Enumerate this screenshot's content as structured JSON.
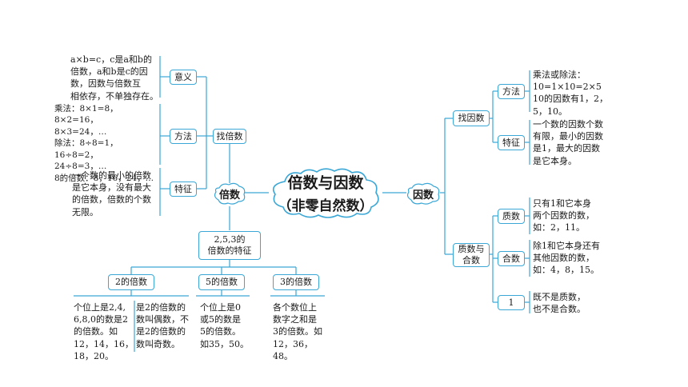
{
  "center": {
    "title": "倍数与因数",
    "subtitle": "（非零自然数）"
  },
  "multiple": {
    "label": "倍数",
    "find": {
      "label": "找倍数",
      "meaning": {
        "label": "意义",
        "text": "a×b=c，c是a和b的\n倍数，a和b是c的因\n数，因数与倍数互\n相依存，不单独存在。"
      },
      "method": {
        "label": "方法",
        "text": "乘法：8×1=8，8×2=16，\n8×3=24，…\n除法：8÷8=1，16÷8=2，\n24÷8=3，…\n8的倍数：8，16，24，…"
      },
      "feature": {
        "label": "特征",
        "text": "一个数的最小的倍数\n是它本身，没有最大\n的倍数，倍数的个数\n无限。"
      }
    },
    "traits": {
      "label": "2,5,3的\n倍数的特征",
      "two": {
        "label": "2的倍数",
        "text_a": "个位上是2,4,\n6,8,0的数是2\n的倍数。如\n12，14，16，\n18，20。",
        "text_b": "是2的倍数的\n数叫偶数，不\n是2的倍数的\n数叫奇数。"
      },
      "five": {
        "label": "5的倍数",
        "text": "个位上是0\n或5的数是\n5的倍数。\n如35，50。"
      },
      "three": {
        "label": "3的倍数",
        "text": "各个数位上\n数字之和是\n3的倍数。如\n12，36，48。"
      }
    }
  },
  "factor": {
    "label": "因数",
    "find": {
      "label": "找因数",
      "method": {
        "label": "方法",
        "text": "乘法或除法：\n10=1×10=2×5\n10的因数有1，2，\n5，10。"
      },
      "feature": {
        "label": "特征",
        "text": "一个数的因数个数\n有限，最小的因数\n是1，最大的因数\n是它本身。"
      }
    },
    "prime_composite": {
      "label": "质数与\n合数",
      "prime": {
        "label": "质数",
        "text": "只有1和它本身\n两个因数的数，\n如：2，11。"
      },
      "composite": {
        "label": "合数",
        "text": "除1和它本身还有\n其他因数的数，\n如：4，8，15。"
      },
      "one": {
        "label": "1",
        "text": "既不是质数，\n也不是合数。"
      }
    }
  },
  "colors": {
    "line": "#3aa7d6",
    "border": "#3aa7d6",
    "text": "#1a1a1a"
  }
}
